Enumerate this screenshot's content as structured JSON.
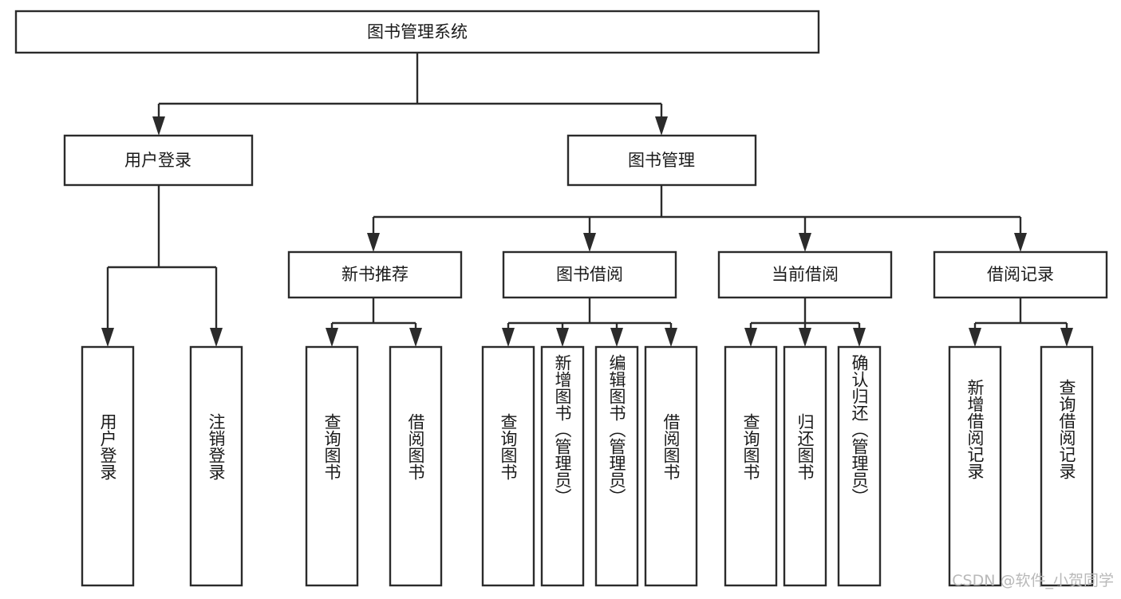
{
  "diagram": {
    "type": "tree-hierarchy",
    "title": "图书管理系统",
    "root": {
      "id": "root",
      "label": "图书管理系统"
    },
    "level2": [
      {
        "id": "user-login",
        "label": "用户登录"
      },
      {
        "id": "book-management",
        "label": "图书管理"
      }
    ],
    "level3": [
      {
        "id": "new-book-recommend",
        "label": "新书推荐",
        "parent": "book-management"
      },
      {
        "id": "book-borrow",
        "label": "图书借阅",
        "parent": "book-management"
      },
      {
        "id": "current-borrow",
        "label": "当前借阅",
        "parent": "book-management"
      },
      {
        "id": "borrow-record",
        "label": "借阅记录",
        "parent": "book-management"
      }
    ],
    "leaves": [
      {
        "id": "leaf-user-login",
        "label": "用户登录",
        "parent": "user-login"
      },
      {
        "id": "leaf-logout-login",
        "label": "注销登录",
        "parent": "user-login"
      },
      {
        "id": "leaf-query-book-1",
        "label": "查询图书",
        "parent": "new-book-recommend"
      },
      {
        "id": "leaf-borrow-book-1",
        "label": "借阅图书",
        "parent": "new-book-recommend"
      },
      {
        "id": "leaf-query-book-2",
        "label": "查询图书",
        "parent": "book-borrow"
      },
      {
        "id": "leaf-add-book-admin",
        "label": "新增图书（管理员）",
        "parent": "book-borrow"
      },
      {
        "id": "leaf-edit-book-admin",
        "label": "编辑图书（管理员）",
        "parent": "book-borrow"
      },
      {
        "id": "leaf-borrow-book-2",
        "label": "借阅图书",
        "parent": "book-borrow"
      },
      {
        "id": "leaf-query-book-3",
        "label": "查询图书",
        "parent": "current-borrow"
      },
      {
        "id": "leaf-return-book",
        "label": "归还图书",
        "parent": "current-borrow"
      },
      {
        "id": "leaf-confirm-return-admin",
        "label": "确认归还（管理员）",
        "parent": "current-borrow"
      },
      {
        "id": "leaf-add-borrow-record",
        "label": "新增借阅记录",
        "parent": "borrow-record"
      },
      {
        "id": "leaf-query-borrow-record",
        "label": "查询借阅记录",
        "parent": "borrow-record"
      }
    ],
    "colors": {
      "box_fill": "#ffffff",
      "box_stroke": "#2b2b2b",
      "text": "#1a1a1a",
      "background": "#ffffff",
      "watermark": "#b9b9b9"
    }
  },
  "watermark": {
    "label": "CSDN @软件_小贺同学"
  }
}
